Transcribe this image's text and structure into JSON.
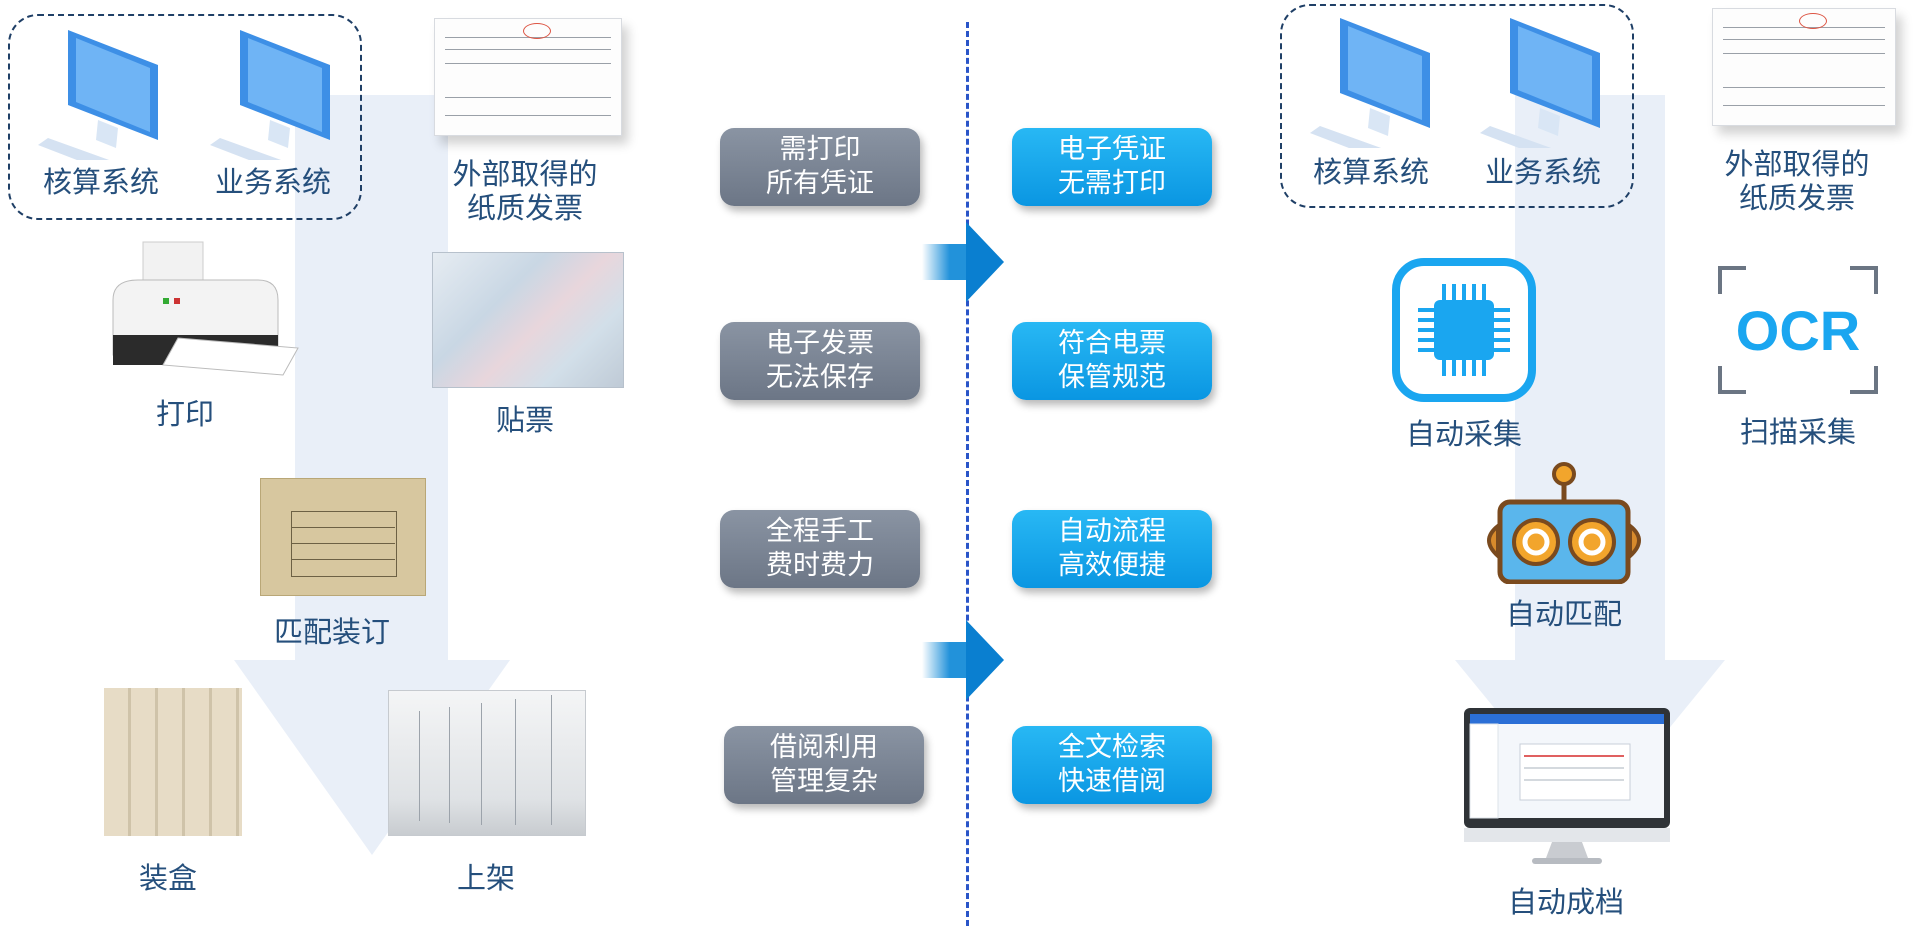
{
  "left": {
    "systems": [
      "核算系统",
      "业务系统"
    ],
    "paper_invoice": [
      "外部取得的",
      "纸质发票"
    ],
    "steps": {
      "print": "打印",
      "paste": "贴票",
      "bind": "匹配装订",
      "box": "装盒",
      "shelf": "上架"
    }
  },
  "problems": [
    [
      "需打印",
      "所有凭证"
    ],
    [
      "电子发票",
      "无法保存"
    ],
    [
      "全程手工",
      "费时费力"
    ],
    [
      "借阅利用",
      "管理复杂"
    ]
  ],
  "solutions": [
    [
      "电子凭证",
      "无需打印"
    ],
    [
      "符合电票",
      "保管规范"
    ],
    [
      "自动流程",
      "高效便捷"
    ],
    [
      "全文检索",
      "快速借阅"
    ]
  ],
  "right": {
    "systems": [
      "核算系统",
      "业务系统"
    ],
    "paper_invoice": [
      "外部取得的",
      "纸质发票"
    ],
    "auto_collect": "自动采集",
    "scan_collect": "扫描采集",
    "ocr_text": "OCR",
    "auto_match": "自动匹配",
    "auto_archive": "自动成档"
  },
  "colors": {
    "label_text": "#254f7c",
    "gray_pill": "#7a8494",
    "blue_pill": "#12a6ec",
    "flow_arrow": "#e8eef7",
    "divider": "#2a55c8"
  }
}
